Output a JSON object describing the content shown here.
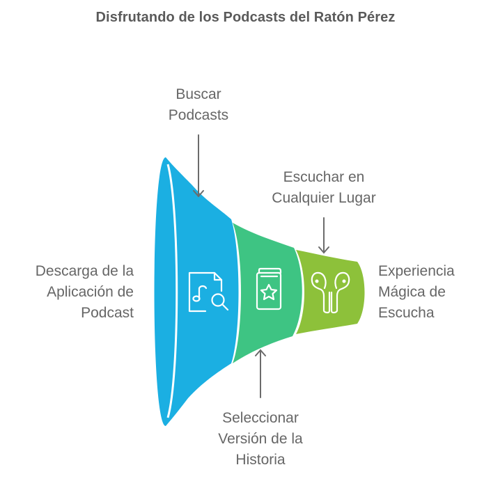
{
  "title": "Disfrutando de los Podcasts del Ratón Pérez",
  "colors": {
    "stage1": "#1BAFE2",
    "stage2": "#3EC483",
    "stage3": "#8DC13A",
    "text": "#666666",
    "title": "#5a5a5a",
    "arrow": "#6b6b6b"
  },
  "labels": {
    "start": {
      "lines": [
        "Descarga de la",
        "Aplicación de",
        "Podcast"
      ]
    },
    "stage1": {
      "lines": [
        "Buscar",
        "Podcasts"
      ],
      "icon": "music-file-search-icon"
    },
    "stage2": {
      "lines": [
        "Seleccionar",
        "Versión de la",
        "Historia"
      ],
      "icon": "star-book-icon"
    },
    "stage3": {
      "lines": [
        "Escuchar en",
        "Cualquier Lugar"
      ],
      "icon": "earbuds-icon"
    },
    "end": {
      "lines": [
        "Experiencia",
        "Mágica de",
        "Escucha"
      ]
    }
  }
}
